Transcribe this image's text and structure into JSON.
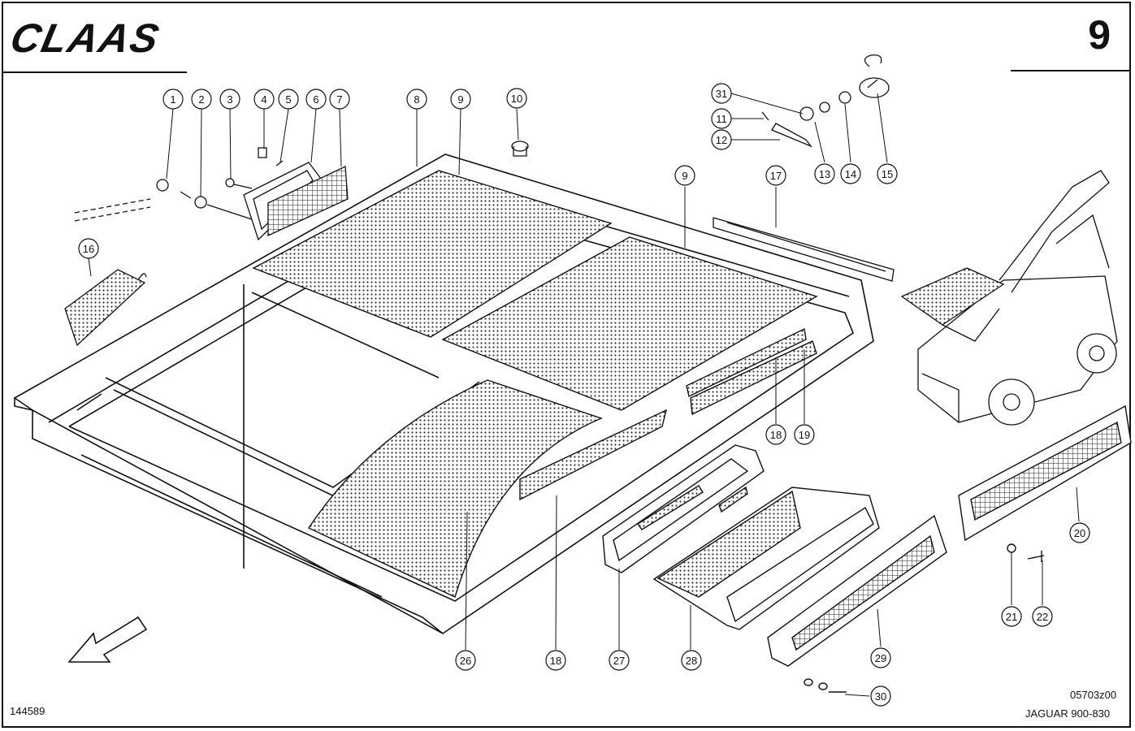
{
  "brand": "CLAAS",
  "page_number": "9",
  "drawing_id": "144589",
  "figure_code": "05703z00",
  "model": "JAGUAR 900-830",
  "arrow_icon": "direction-arrow-icon",
  "callouts": [
    "1",
    "2",
    "3",
    "4",
    "5",
    "6",
    "7",
    "8",
    "9",
    "10",
    "31",
    "11",
    "12",
    "13",
    "14",
    "15",
    "9",
    "17",
    "16",
    "18",
    "19",
    "20",
    "21",
    "22",
    "26",
    "18",
    "27",
    "28",
    "29",
    "30"
  ]
}
